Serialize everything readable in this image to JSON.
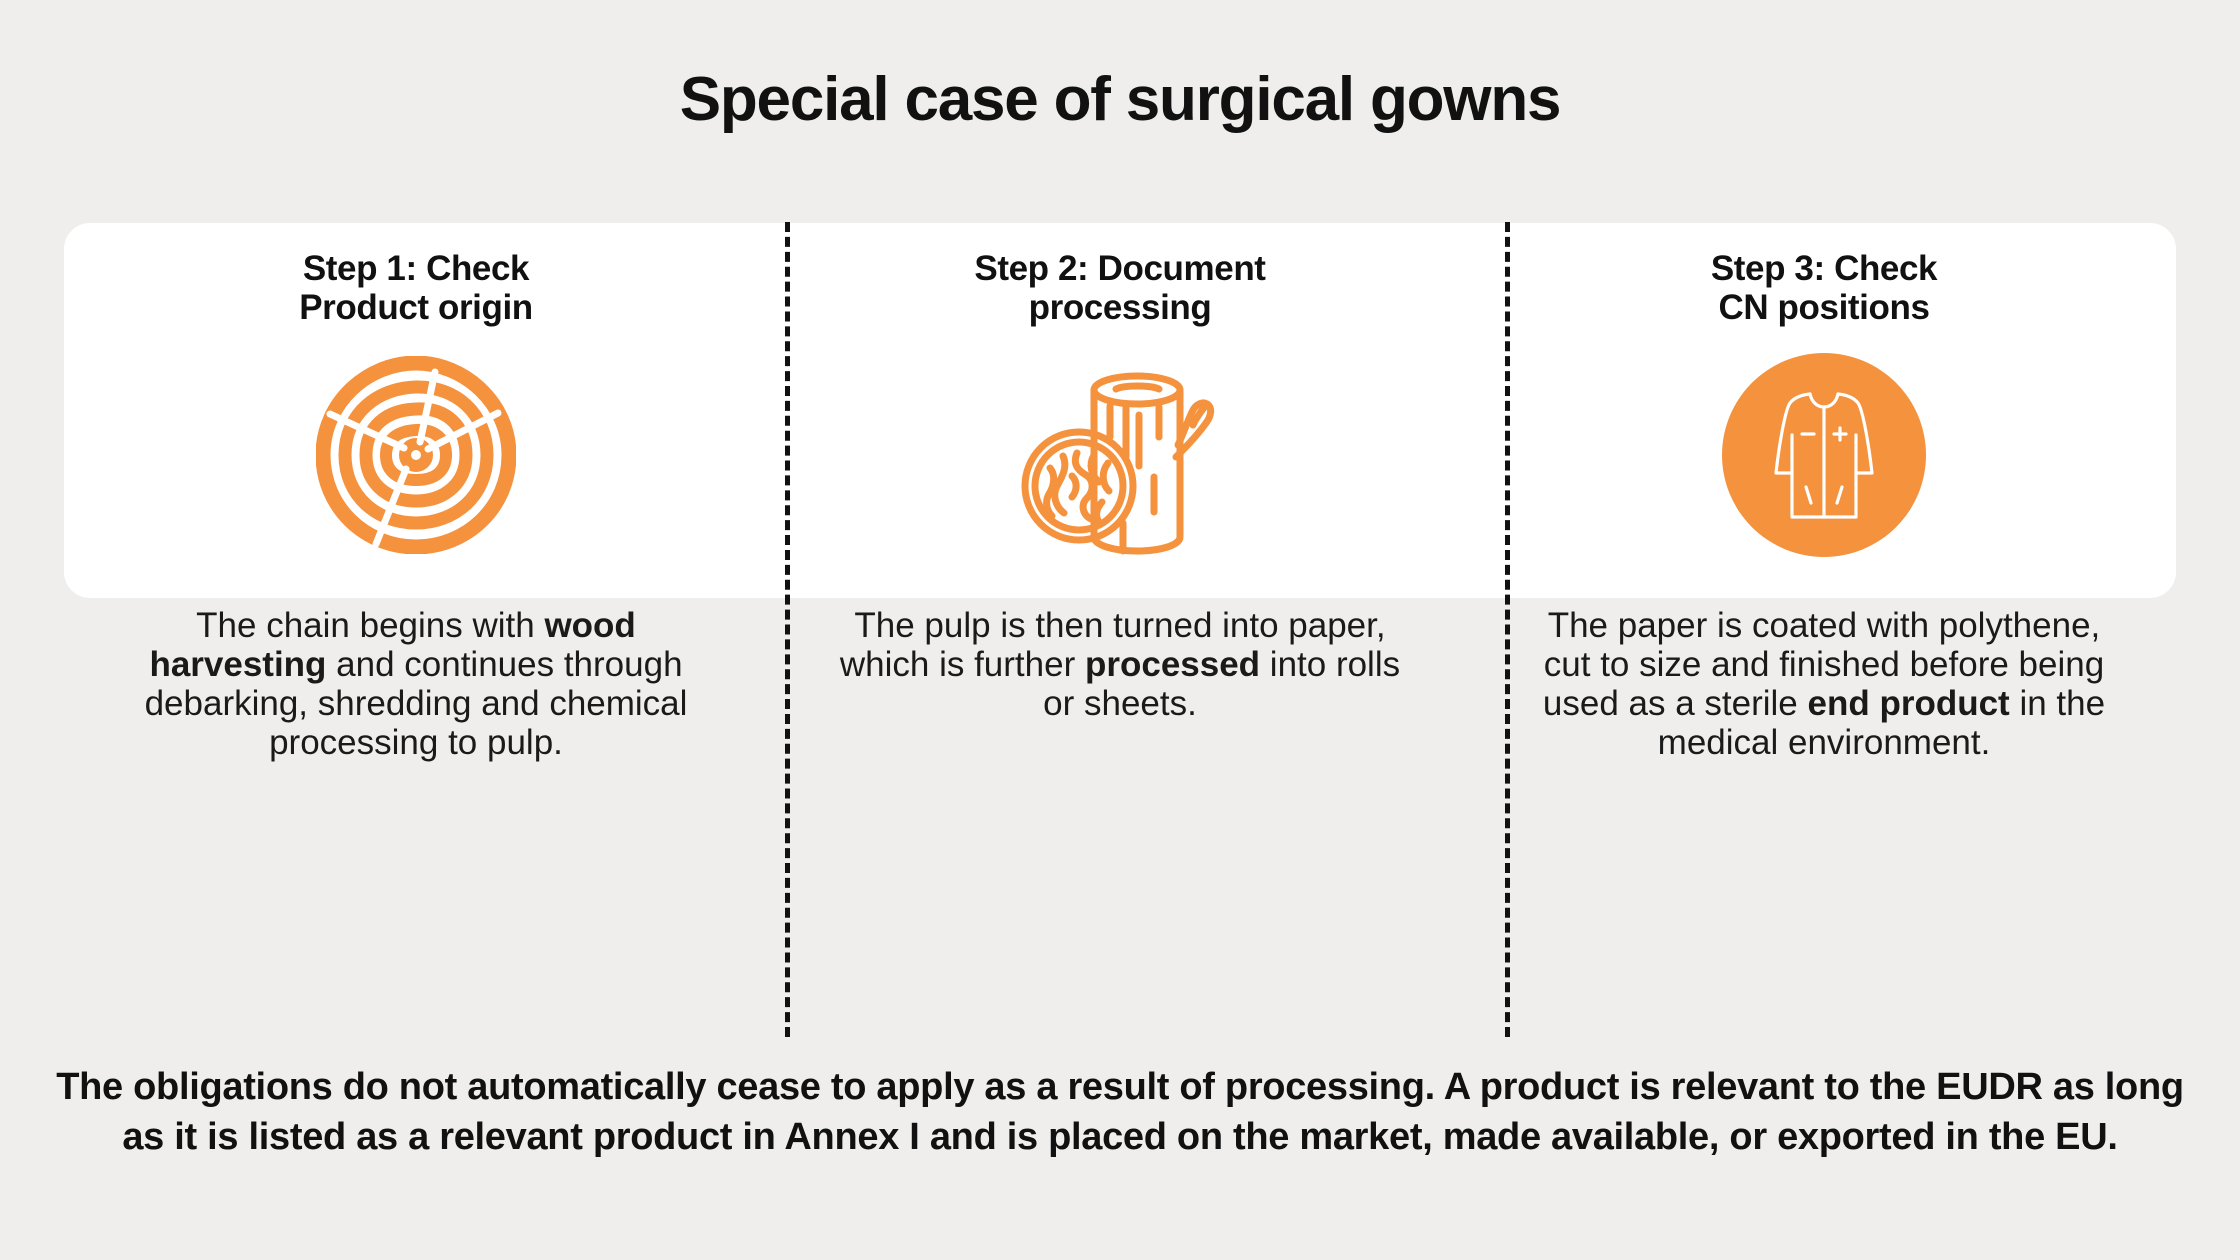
{
  "colors": {
    "background": "#efeeec",
    "card": "#ffffff",
    "accent_orange": "#f5923e",
    "text": "#111111",
    "divider": "#111111"
  },
  "header": {
    "title": "Special case of surgical gowns"
  },
  "steps": [
    {
      "heading": "Step 1: Check\nProduct origin",
      "heading_line1": "Step 1: Check",
      "heading_line2": "Product origin",
      "icon": "tree-rings-icon",
      "body": [
        {
          "text": "The chain begins with ",
          "bold": false
        },
        {
          "text": "wood harvesting",
          "bold": true
        },
        {
          "text": " and continues through debarking, shredding and chemical processing to pulp.",
          "bold": false
        }
      ]
    },
    {
      "heading": "Step 2: Document\nprocessing",
      "heading_line1": "Step 2: Document",
      "heading_line2": "processing",
      "icon": "log-with-grain-magnifier-icon",
      "body": [
        {
          "text": "The pulp is then turned into paper,",
          "bold": false
        },
        {
          "text": "\n",
          "bold": false
        },
        {
          "text": "which is further ",
          "bold": false
        },
        {
          "text": "processed",
          "bold": true
        },
        {
          "text": " into rolls or sheets.",
          "bold": false
        }
      ]
    },
    {
      "heading": "Step 3: Check\nCN positions",
      "heading_line1": "Step 3: Check",
      "heading_line2": "CN positions",
      "icon": "surgical-gown-icon",
      "body": [
        {
          "text": "The paper is coated with polythene, cut to size and finished before being used as a sterile ",
          "bold": false
        },
        {
          "text": "end product",
          "bold": true
        },
        {
          "text": " in the medical environment.",
          "bold": false
        }
      ]
    }
  ],
  "footer": {
    "text": "The obligations do not automatically cease to apply as a result of processing. A product is relevant to the EUDR as long as it is listed as a relevant product in Annex I and is placed on the market, made available, or exported in the EU."
  }
}
